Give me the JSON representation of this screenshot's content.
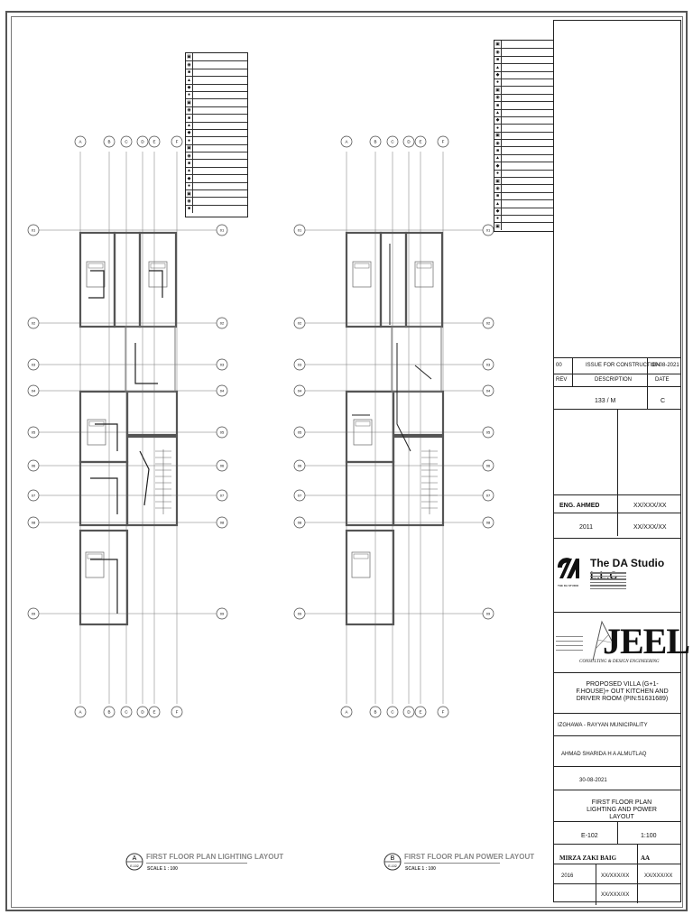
{
  "plans": [
    {
      "marker": "A",
      "sheet_ref": "E-102",
      "title": "FIRST FLOOR PLAN LIGHTING LAYOUT",
      "scale": "SCALE  1 : 100"
    },
    {
      "marker": "B",
      "sheet_ref": "E-102",
      "title": "FIRST FLOOR PLAN POWER LAYOUT",
      "scale": "SCALE  1 : 100"
    }
  ],
  "grid": {
    "columns": [
      "A",
      "B",
      "C",
      "D",
      "E",
      "F"
    ],
    "rows": [
      "01",
      "02",
      "03",
      "04",
      "05",
      "06",
      "07",
      "08",
      "09"
    ]
  },
  "title_block": {
    "revision": {
      "no": "00",
      "description": "ISSUE FOR CONSTRUCTION",
      "date": "30-08-2021",
      "header_rev": "REV",
      "header_description": "DESCRIPTION",
      "header_date": "DATE"
    },
    "consultant_registration": "133 / M",
    "grade": "C",
    "technical_manager": "ENG. AHMED",
    "technical_manager_number": "XX/XXX/XX",
    "registration_year": "2011",
    "registration_code": "XX/XXX/XX",
    "studio_name": "The DA Studio L.L.C",
    "studio_caption": "THE DA STUDIO",
    "jeel_name": "JEEL",
    "jeel_caption": "CONSULTING & DESIGN ENGINEERING",
    "project_title": "PROPOSED VILLA (G+1-F.HOUSE)+ OUT KITCHEN AND DRIVER ROOM (PIN:51631689)",
    "location": "IZGHAWA - RAYYAN MUNICIPALITY",
    "client": "AHMAD SHARIDA H A ALMUTLAQ",
    "date": "30-08-2021",
    "drawing_title": "FIRST FLOOR PLAN LIGHTING AND POWER LAYOUT",
    "drawing_no": "E-102",
    "scale": "1:100",
    "designed_by": "MIRZA ZAKI BAIG",
    "checked_by": "AA",
    "year": "2016",
    "code1": "XX/XXX/XX",
    "code2": "XX/XXX/XX",
    "code3": "XX/XXX/XX"
  }
}
